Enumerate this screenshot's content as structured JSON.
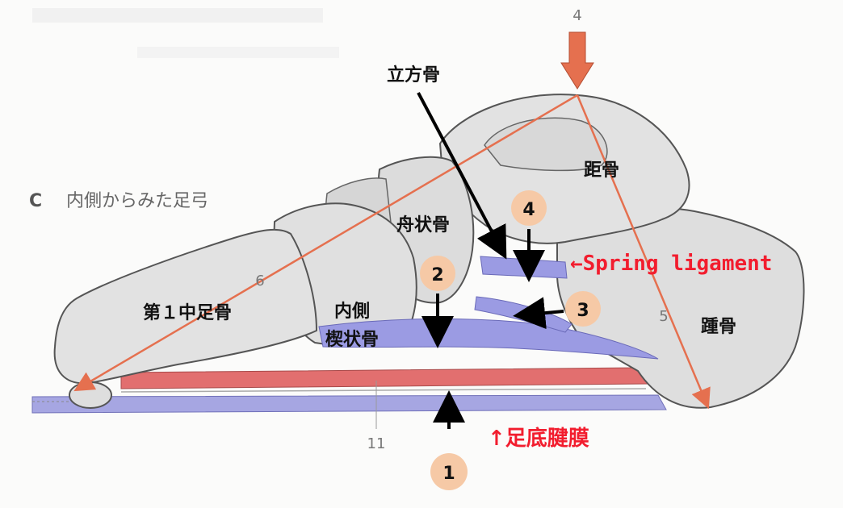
{
  "figure": {
    "caption_letter": "C",
    "caption_text": "内側からみた足弓",
    "numbers": {
      "n4": "4",
      "n5": "5",
      "n6": "6",
      "n11": "11"
    }
  },
  "bones": {
    "cuboid": "立方骨",
    "talus": "距骨",
    "navicular": "舟状骨",
    "first_metatarsal": "第１中足骨",
    "medial_cuneiform_line1": "内側",
    "medial_cuneiform_line2": "楔状骨",
    "calcaneus": "踵骨"
  },
  "markers": {
    "m1": "1",
    "m2": "2",
    "m3": "3",
    "m4": "4"
  },
  "annotations": {
    "spring_ligament": "←Spring ligament",
    "plantar_aponeurosis": "↑足底腱膜"
  },
  "colors": {
    "bone_fill": "#dedede",
    "bone_stroke": "#555555",
    "ligament": "#9b9be3",
    "aponeurosis_red": "#e26f6f",
    "arrow_orange": "#e5704f",
    "marker_fill": "#f6c9a6",
    "annotation_red": "#f21d2e"
  }
}
